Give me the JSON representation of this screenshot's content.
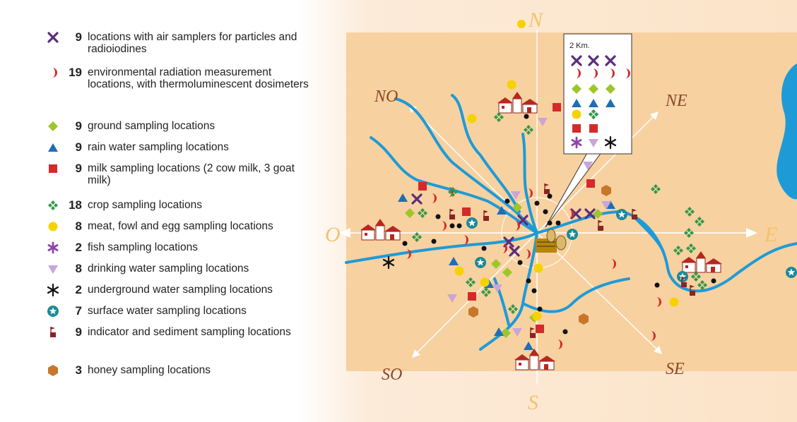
{
  "legend": [
    {
      "icon": "cross-icon",
      "count": "9",
      "text": "locations with air samplers for particles and radioiodines"
    },
    {
      "icon": "half-moon-icon",
      "count": "19",
      "text": "environmental radiation measurement locations, with thermoluminescent dosimeters"
    },
    {
      "icon": "diamond-icon",
      "count": "9",
      "text": "ground sampling locations"
    },
    {
      "icon": "triangle-icon",
      "count": "9",
      "text": "rain water sampling locations"
    },
    {
      "icon": "square-icon",
      "count": "9",
      "text": "milk sampling locations (2 cow milk, 3 goat milk)"
    },
    {
      "icon": "crop-icon",
      "count": "18",
      "text": "crop sampling locations"
    },
    {
      "icon": "circle-icon",
      "count": "8",
      "text": "meat, fowl and egg sampling locations"
    },
    {
      "icon": "fish-asterisk-icon",
      "count": "2",
      "text": "fish sampling locations"
    },
    {
      "icon": "inverted-triangle-icon",
      "count": "8",
      "text": "drinking water sampling locations"
    },
    {
      "icon": "asterisk-icon",
      "count": "2",
      "text": "underground water sampling locations"
    },
    {
      "icon": "star-icon",
      "count": "7",
      "text": "surface water sampling locations"
    },
    {
      "icon": "flag-icon",
      "count": "9",
      "text": "indicator and sediment sampling locations"
    },
    {
      "icon": "hexagon-icon",
      "count": "3",
      "text": "honey sampling locations"
    }
  ],
  "map": {
    "compass": {
      "n": "N",
      "s": "S",
      "e": "E",
      "w": "O",
      "ne": "NE",
      "no": "NO",
      "se": "SE",
      "so": "SO"
    },
    "inset_title": "2 Km."
  },
  "colors": {
    "cross": "#5b2d7a",
    "half_moon": "#d42a2a",
    "diamond": "#9cc72b",
    "triangle": "#1f6eb5",
    "square": "#d42a2a",
    "crop": "#2e9a4a",
    "circle": "#f5d300",
    "fish": "#8e44ad",
    "inverted_triangle": "#c9a6d6",
    "asterisk": "#111111",
    "star": "#1a8a99",
    "flag": "#8a2424",
    "hexagon": "#c7762a",
    "river": "#1e9bd7",
    "land": "#f8d1a0"
  }
}
